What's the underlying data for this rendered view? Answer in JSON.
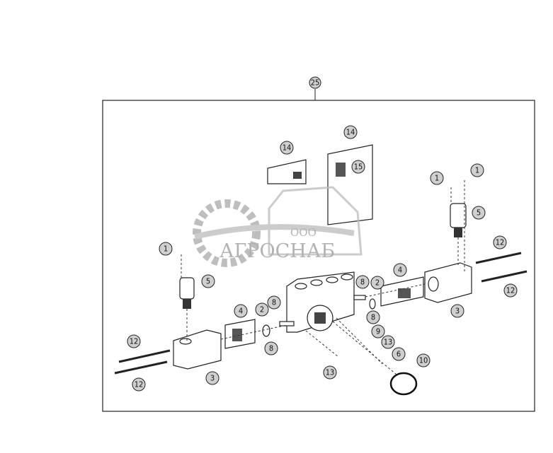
{
  "diagram": {
    "assembly_callout": "25",
    "callouts": [
      "14",
      "14",
      "15",
      "1",
      "1",
      "5",
      "12",
      "12",
      "3",
      "4",
      "2",
      "8",
      "8",
      "9",
      "13",
      "6",
      "10",
      "13",
      "1",
      "5",
      "4",
      "2",
      "8",
      "8",
      "3",
      "12",
      "12"
    ]
  },
  "watermark": {
    "prefix": "ООО",
    "name": "АГРОСНАБ",
    "color": "#a9a9a9"
  }
}
